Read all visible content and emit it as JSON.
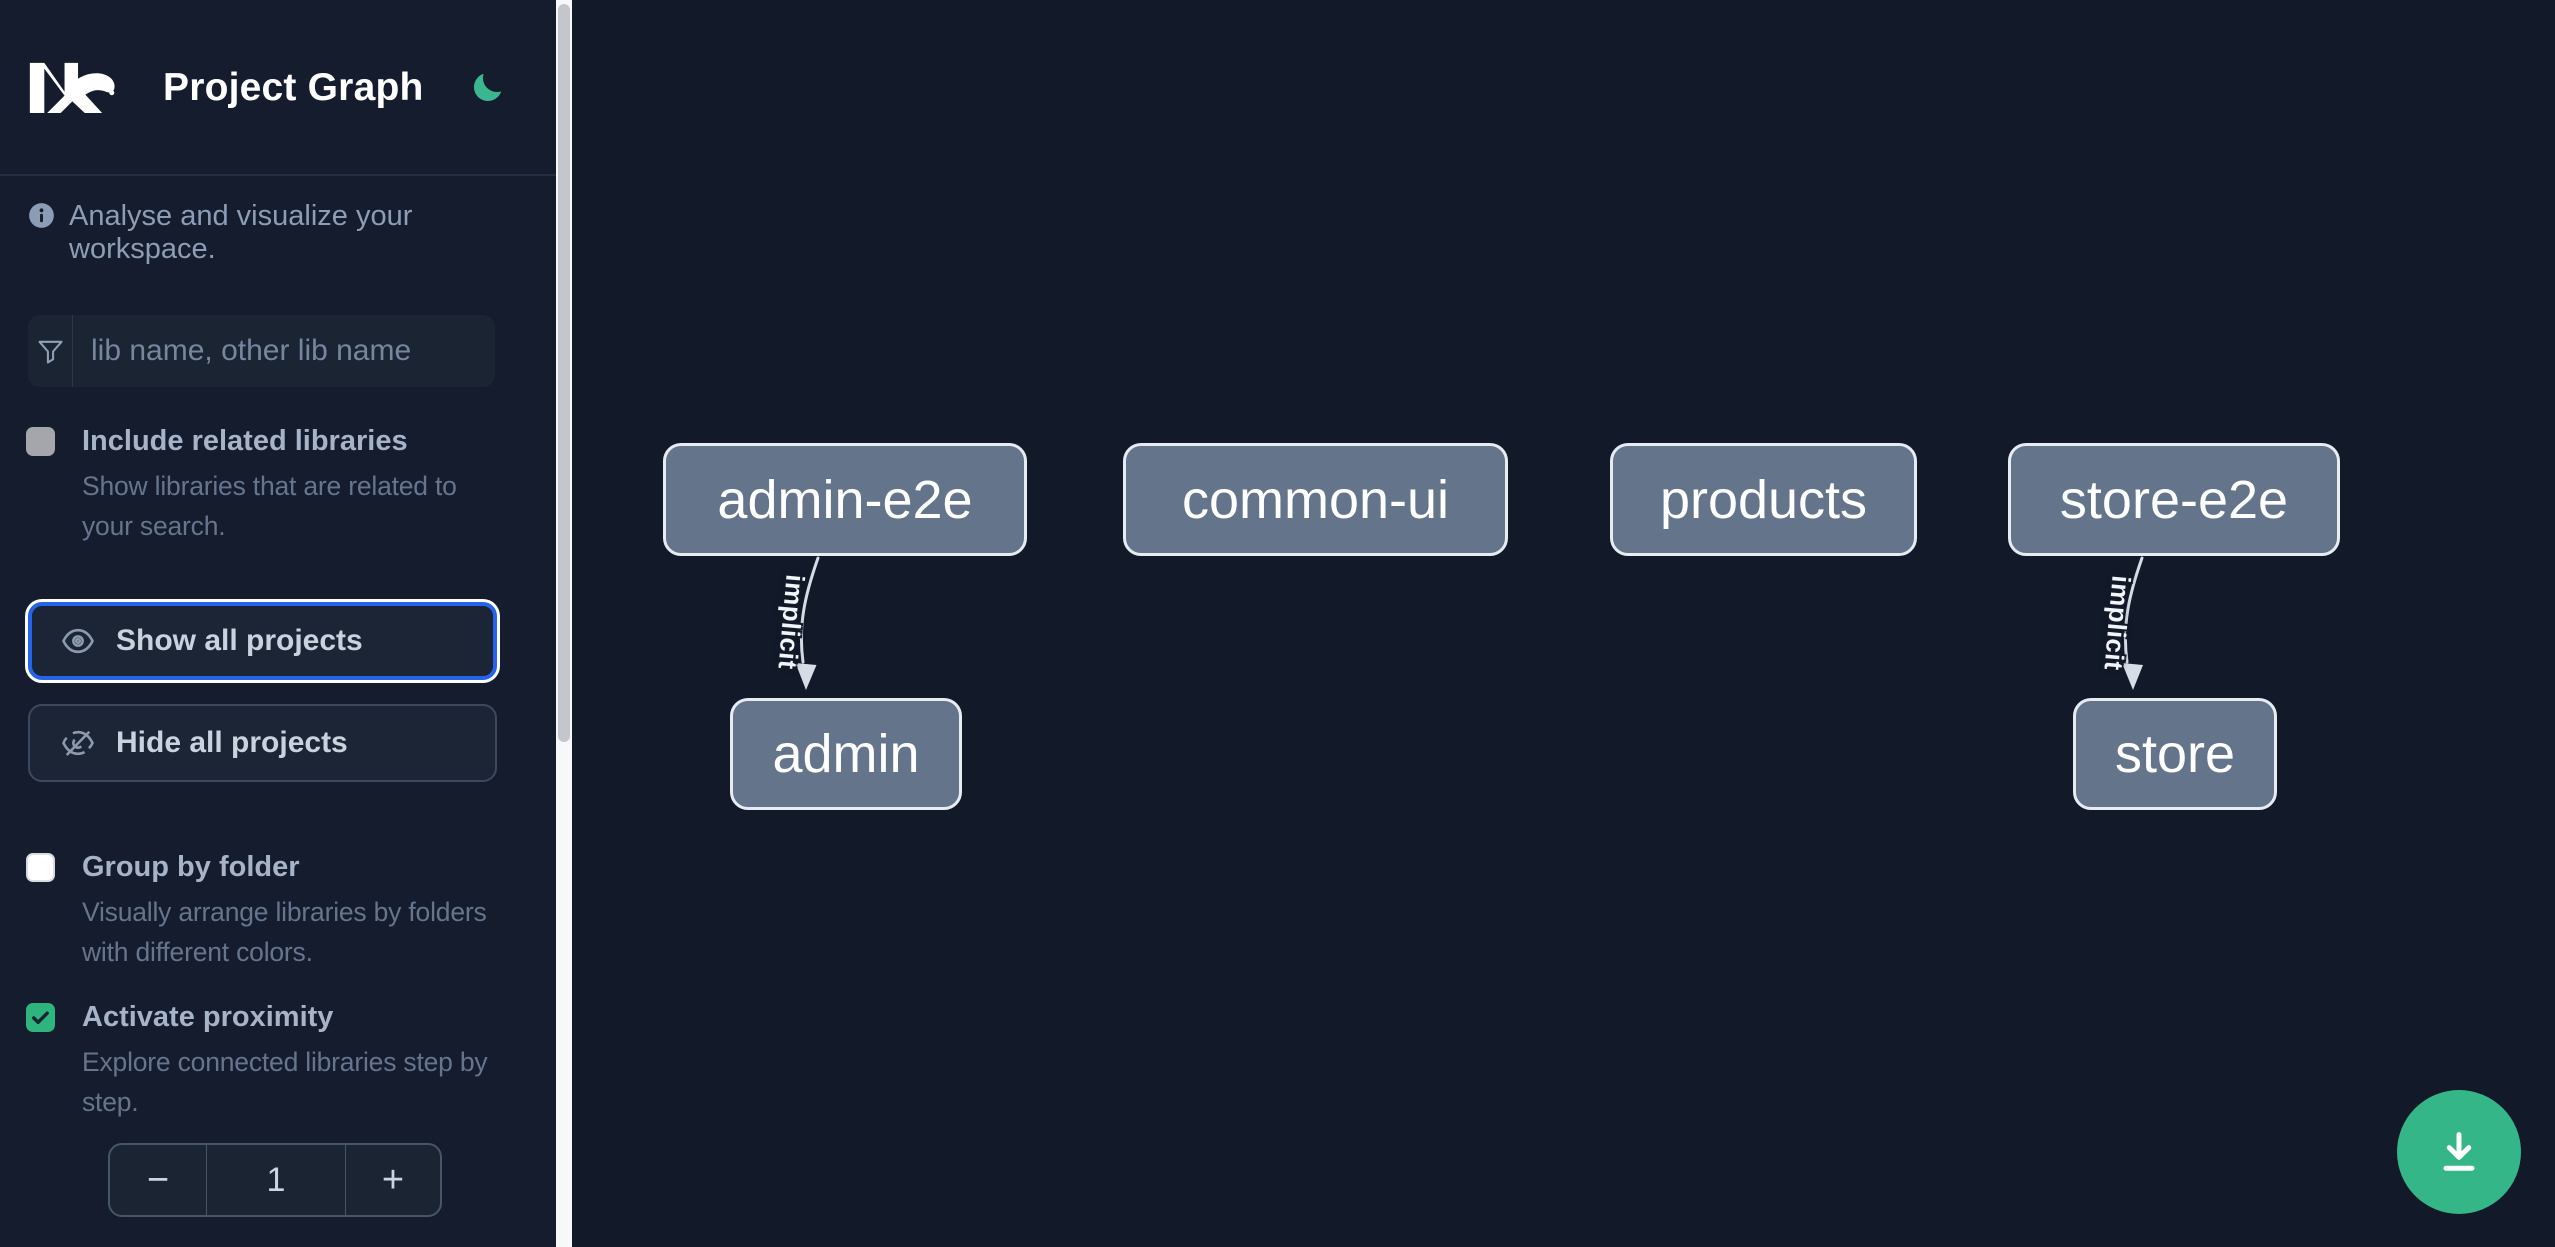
{
  "header": {
    "title": "Project Graph"
  },
  "intro": {
    "text": "Analyse and visualize your workspace."
  },
  "search": {
    "placeholder": "lib name, other lib name"
  },
  "options": {
    "include_related": {
      "label": "Include related libraries",
      "description": "Show libraries that are related to your search.",
      "checked": false
    },
    "group_by_folder": {
      "label": "Group by folder",
      "description": "Visually arrange libraries by folders with different colors.",
      "checked": false
    },
    "activate_proximity": {
      "label": "Activate proximity",
      "description": "Explore connected libraries step by step.",
      "checked": true
    }
  },
  "actions": {
    "show_all": "Show all projects",
    "hide_all": "Hide all projects"
  },
  "proximity_stepper": {
    "decrement": "−",
    "value": "1",
    "increment": "+"
  },
  "graph": {
    "nodes": [
      {
        "id": "admin-e2e",
        "label": "admin-e2e"
      },
      {
        "id": "common-ui",
        "label": "common-ui"
      },
      {
        "id": "products",
        "label": "products"
      },
      {
        "id": "store-e2e",
        "label": "store-e2e"
      },
      {
        "id": "admin",
        "label": "admin"
      },
      {
        "id": "store",
        "label": "store"
      }
    ],
    "edges": [
      {
        "source": "admin-e2e",
        "target": "admin",
        "label": "implicit"
      },
      {
        "source": "store-e2e",
        "target": "store",
        "label": "implicit"
      }
    ]
  },
  "colors": {
    "accent_green": "#34b688",
    "focus_blue": "#2563eb",
    "node_fill": "#64748b",
    "background": "#121929"
  }
}
